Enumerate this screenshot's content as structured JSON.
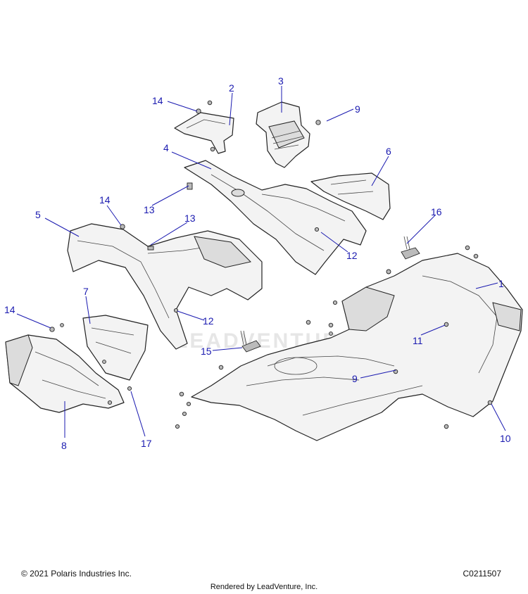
{
  "footer": {
    "copyright": "© 2021 Polaris Industries Inc.",
    "diagram_code": "C0211507",
    "rendered_by": "Rendered by LeadVenture, Inc."
  },
  "watermark": "LEADVENTURE",
  "callouts": [
    {
      "id": "c1",
      "label": "1"
    },
    {
      "id": "c2",
      "label": "2"
    },
    {
      "id": "c3",
      "label": "3"
    },
    {
      "id": "c4",
      "label": "4"
    },
    {
      "id": "c5",
      "label": "5"
    },
    {
      "id": "c6",
      "label": "6"
    },
    {
      "id": "c7",
      "label": "7"
    },
    {
      "id": "c8",
      "label": "8"
    },
    {
      "id": "c9a",
      "label": "9"
    },
    {
      "id": "c9b",
      "label": "9"
    },
    {
      "id": "c10",
      "label": "10"
    },
    {
      "id": "c11",
      "label": "11"
    },
    {
      "id": "c12a",
      "label": "12"
    },
    {
      "id": "c12b",
      "label": "12"
    },
    {
      "id": "c13a",
      "label": "13"
    },
    {
      "id": "c13b",
      "label": "13"
    },
    {
      "id": "c14a",
      "label": "14"
    },
    {
      "id": "c14b",
      "label": "14"
    },
    {
      "id": "c14c",
      "label": "14"
    },
    {
      "id": "c15",
      "label": "15"
    },
    {
      "id": "c16",
      "label": "16"
    },
    {
      "id": "c17",
      "label": "17"
    }
  ],
  "colors": {
    "callout": "#1a1ab0",
    "line": "#222222"
  }
}
